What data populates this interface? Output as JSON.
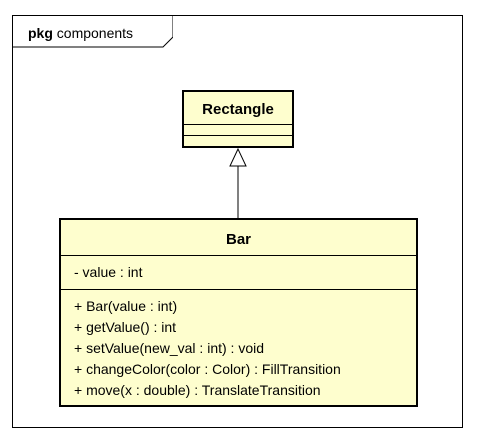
{
  "package": {
    "keyword": "pkg",
    "name": "components"
  },
  "classes": {
    "rectangle": {
      "name": "Rectangle"
    },
    "bar": {
      "name": "Bar",
      "attributes": [
        "- value : int"
      ],
      "operations": [
        "+ Bar(value : int)",
        "+ getValue() : int",
        "+ setValue(new_val : int) : void",
        "+ changeColor(color : Color) : FillTransition",
        "+ move(x : double) : TranslateTransition"
      ]
    }
  },
  "colors": {
    "class_fill": "#fefece",
    "border": "#000000"
  }
}
